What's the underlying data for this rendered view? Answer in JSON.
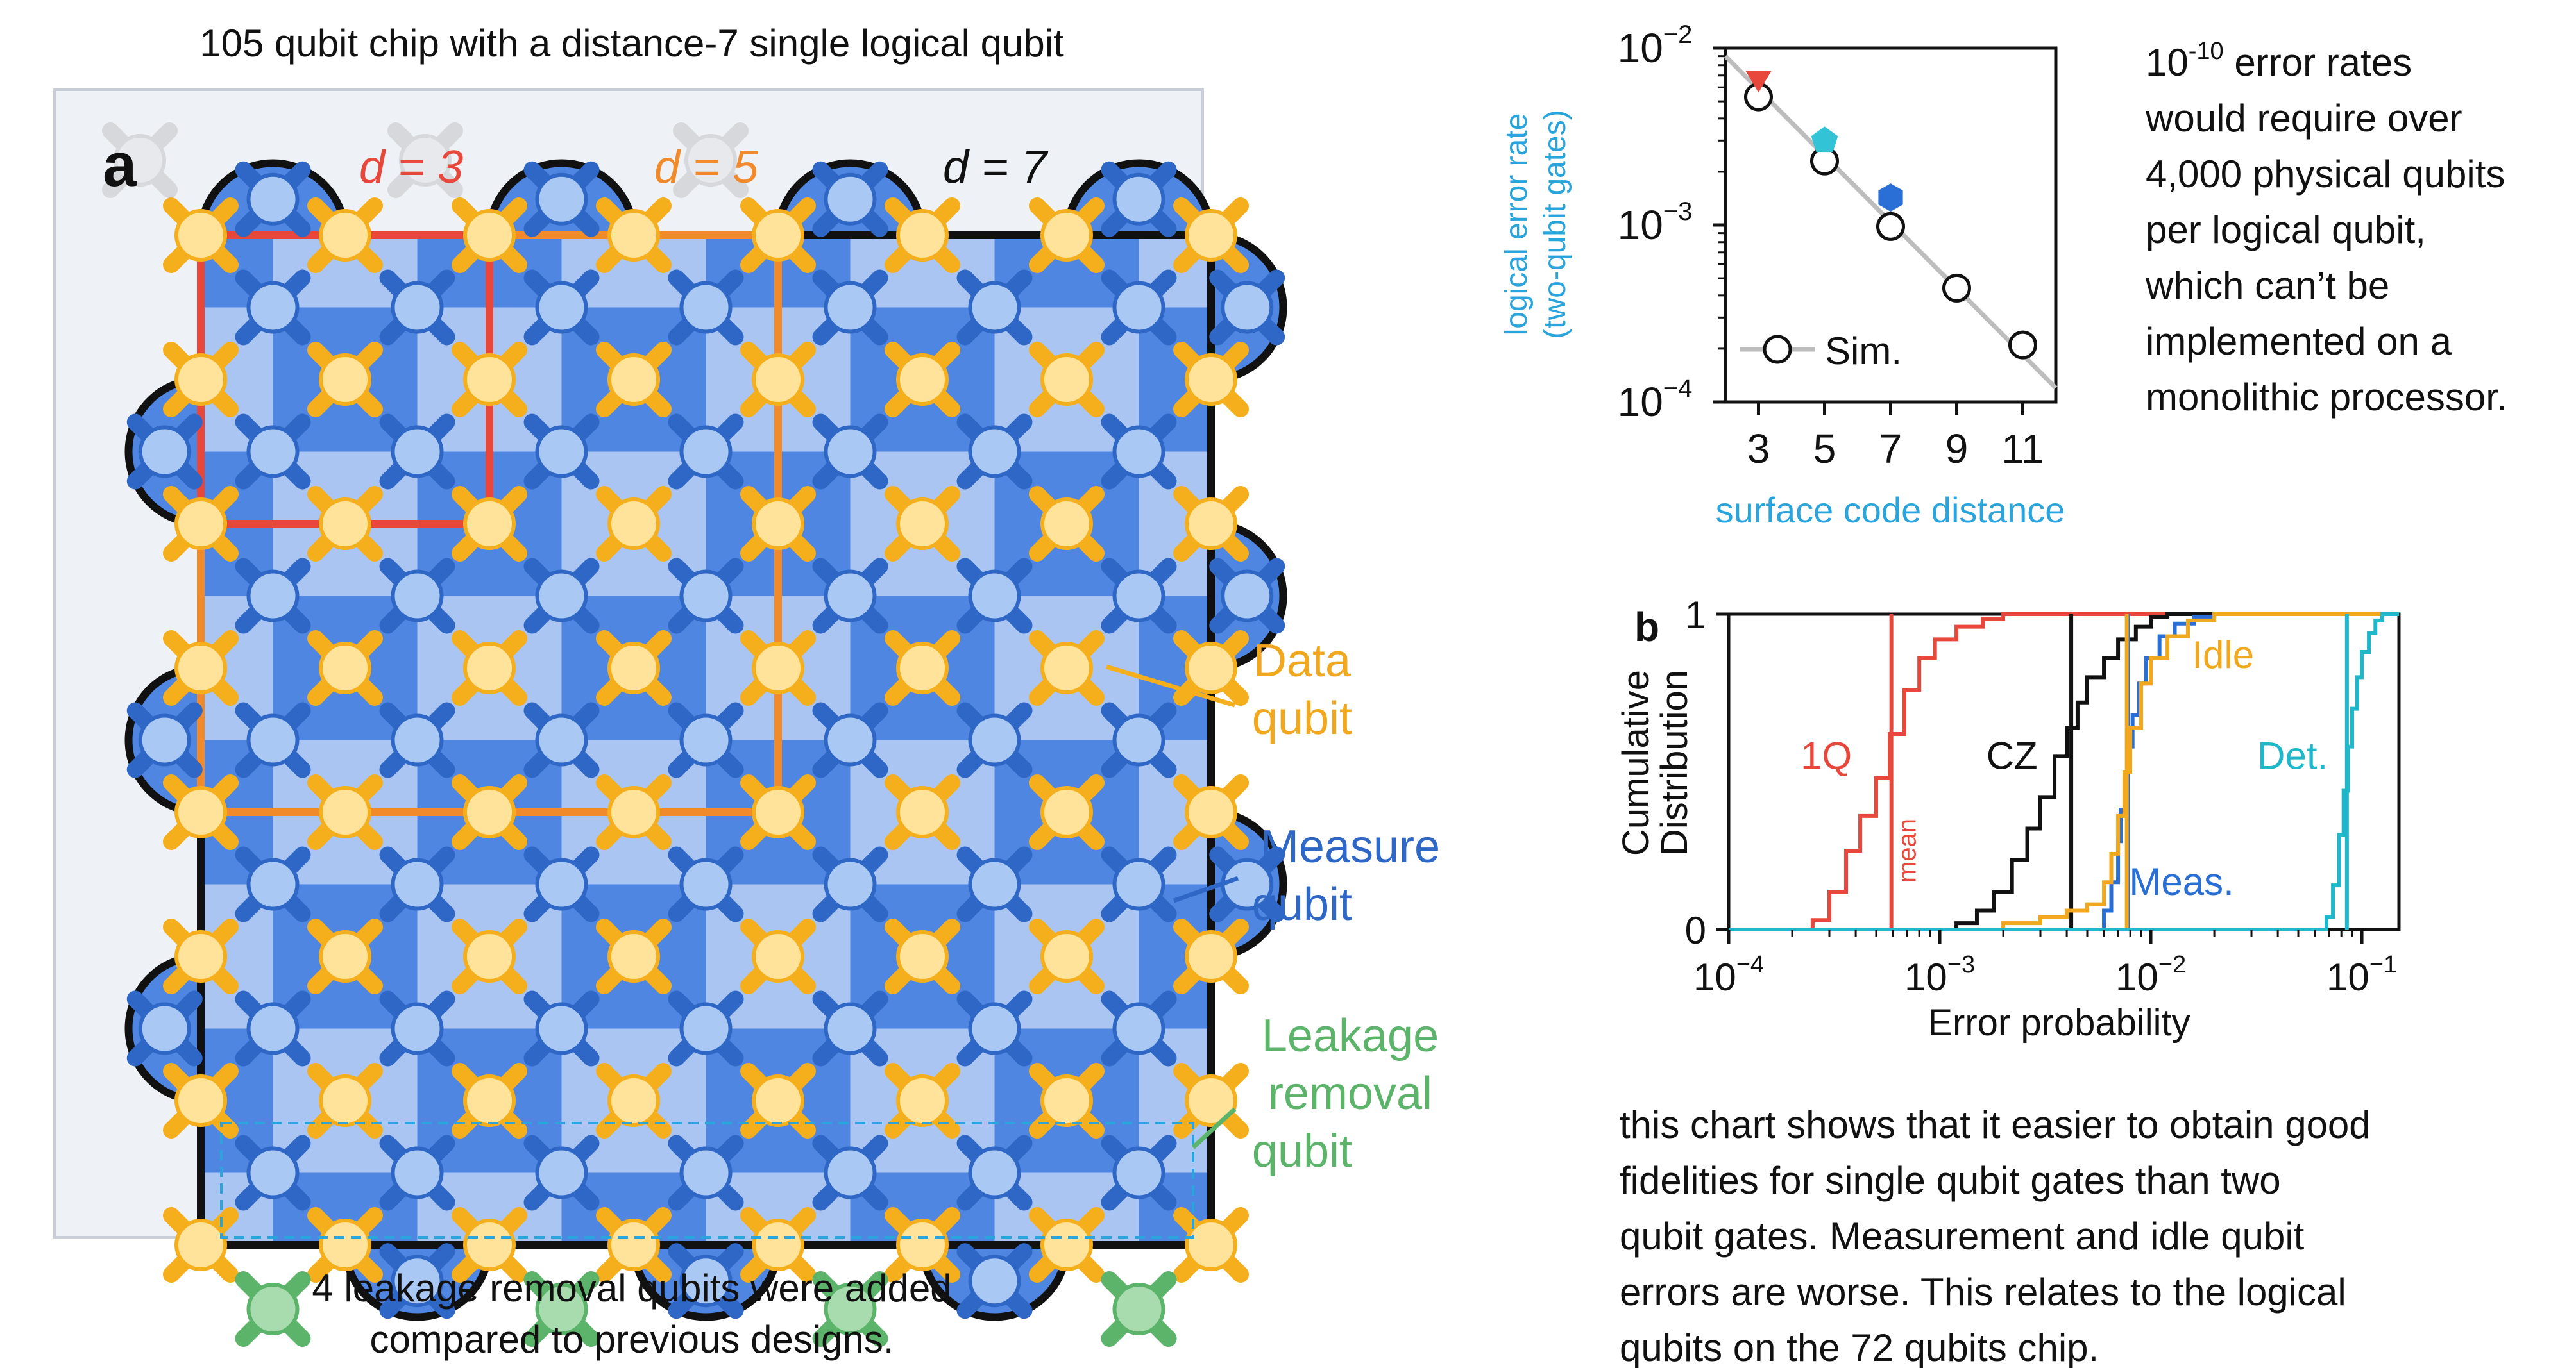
{
  "colors": {
    "red": "#e8473b",
    "orange": "#f08a2a",
    "black": "#111111",
    "data_qubit": "#f5ae1c",
    "data_fill": "#ffe39a",
    "measure_qubit": "#2e67c6",
    "measure_fill": "#a9c8f3",
    "leakage": "#5cb46a",
    "leakage_fill": "#a8dcae",
    "plaquette_dark": "#4f86e2",
    "plaquette_light": "#aac5f2",
    "cyan_label": "#29a4dc",
    "sim_line": "#bdbdbd",
    "det": "#1fb7c9",
    "meas": "#2a6fd6",
    "idle": "#f2a81e",
    "oneq": "#e8473b",
    "cz": "#111111"
  },
  "panel_a": {
    "top_caption": "105 qubit chip with a distance-7 single logical qubit",
    "panel_letter": "a",
    "d3_label": "d = 3",
    "d5_label": "d = 5",
    "d7_label": "d = 7",
    "data_label_line1": "Data",
    "data_label_line2": "qubit",
    "measure_label_line1": "Measure",
    "measure_label_line2": "qubit",
    "leak_label_line1": "Leakage",
    "leak_label_line2": "removal",
    "leak_label_line3": "qubit",
    "bottom_caption_line1": "4 leakage removal qubits were added",
    "bottom_caption_line2": "compared to previous designs."
  },
  "text_right": {
    "line1": "10",
    "line1_sup": "-10",
    "line1_rest": " error rates",
    "line2": "would require over",
    "line3": "4,000 physical qubits",
    "line4": "per logical qubit,",
    "line5": "which can’t be",
    "line6": "implemented on a",
    "line7": "monolithic processor."
  },
  "text_bottom": {
    "line1": "this chart shows that it easier to obtain good",
    "line2": "fidelities for single qubit gates than two",
    "line3": "qubit gates. Measurement and idle qubit",
    "line4": "errors are worse. This relates to the logical",
    "line5": "qubits on the 72 qubits chip."
  },
  "chart_data": [
    {
      "type": "scatter",
      "xlabel": "surface code distance",
      "ylabel_line1": "logical error rate",
      "ylabel_line2": "(two-qubit gates)",
      "xscale": "linear",
      "yscale": "log",
      "xlim": [
        2,
        12
      ],
      "ylim": [
        0.0001,
        0.01
      ],
      "xticks": [
        3,
        5,
        7,
        9,
        11
      ],
      "ytick_labels": [
        {
          "value": 0.01,
          "base": "10",
          "exp": "−2"
        },
        {
          "value": 0.001,
          "base": "10",
          "exp": "−3"
        },
        {
          "value": 0.0001,
          "base": "10",
          "exp": "−4"
        }
      ],
      "legend": {
        "label": "Sim.",
        "position": "lower-left"
      },
      "series": [
        {
          "name": "Sim.",
          "marker": "open-circle",
          "x": [
            3,
            5,
            7,
            9,
            11
          ],
          "y": [
            0.0053,
            0.0023,
            0.00098,
            0.00044,
            0.00021
          ]
        },
        {
          "marker": "triangle-down",
          "color": "#e8473b",
          "x": [
            3
          ],
          "y": [
            0.0065
          ]
        },
        {
          "marker": "pentagon",
          "color": "#33c3d6",
          "x": [
            5
          ],
          "y": [
            0.003
          ]
        },
        {
          "marker": "hexagon",
          "color": "#2a6fd6",
          "x": [
            7
          ],
          "y": [
            0.00143
          ]
        }
      ],
      "fit_line": {
        "x": [
          2,
          12
        ],
        "y": [
          0.009,
          0.00012
        ]
      }
    },
    {
      "type": "line",
      "panel_letter": "b",
      "xlabel": "Error probability",
      "ylabel_line1": "Cumulative",
      "ylabel_line2": "Distribution",
      "xscale": "log",
      "xlim": [
        0.0001,
        0.15
      ],
      "ylim": [
        0,
        1
      ],
      "xtick_labels": [
        {
          "value": 0.0001,
          "base": "10",
          "exp": "−4"
        },
        {
          "value": 0.001,
          "base": "10",
          "exp": "−3"
        },
        {
          "value": 0.01,
          "base": "10",
          "exp": "−2"
        },
        {
          "value": 0.1,
          "base": "10",
          "exp": "−1"
        }
      ],
      "yticks": [
        0,
        1
      ],
      "mean_label": "mean",
      "series": [
        {
          "name": "1Q",
          "color": "#e8473b",
          "mean": 0.00059,
          "x": [
            0.00022,
            0.00025,
            0.0003,
            0.00036,
            0.00042,
            0.0005,
            0.00058,
            0.00068,
            0.0008,
            0.00095,
            0.0012,
            0.0016,
            0.002,
            0.003
          ],
          "y": [
            0,
            0.03,
            0.12,
            0.25,
            0.36,
            0.48,
            0.62,
            0.76,
            0.86,
            0.92,
            0.96,
            0.985,
            1,
            1
          ]
        },
        {
          "name": "CZ",
          "color": "#111111",
          "mean": 0.0042,
          "x": [
            0.0009,
            0.0012,
            0.0015,
            0.0018,
            0.0022,
            0.0026,
            0.003,
            0.0035,
            0.004,
            0.0045,
            0.005,
            0.006,
            0.007,
            0.0085,
            0.01,
            0.012
          ],
          "y": [
            0,
            0.02,
            0.06,
            0.12,
            0.22,
            0.32,
            0.42,
            0.55,
            0.64,
            0.72,
            0.8,
            0.86,
            0.92,
            0.96,
            0.99,
            1
          ]
        },
        {
          "name": "Meas.",
          "color": "#2a6fd6",
          "mean": 0.0078,
          "x": [
            0.0055,
            0.006,
            0.0065,
            0.007,
            0.0072,
            0.0075,
            0.0078,
            0.0082,
            0.0088,
            0.0095,
            0.011,
            0.013,
            0.016,
            0.02
          ],
          "y": [
            0,
            0.06,
            0.15,
            0.28,
            0.38,
            0.48,
            0.58,
            0.68,
            0.78,
            0.86,
            0.93,
            0.97,
            0.99,
            1
          ]
        },
        {
          "name": "Idle",
          "color": "#f2a81e",
          "mean": 0.0077,
          "x": [
            0.0017,
            0.002,
            0.003,
            0.004,
            0.005,
            0.006,
            0.0065,
            0.007,
            0.0075,
            0.008,
            0.009,
            0.01,
            0.012,
            0.015,
            0.02
          ],
          "y": [
            0,
            0.02,
            0.04,
            0.06,
            0.08,
            0.15,
            0.24,
            0.36,
            0.5,
            0.64,
            0.78,
            0.86,
            0.93,
            0.98,
            1
          ]
        },
        {
          "name": "Det.",
          "color": "#1fb7c9",
          "mean": 0.085,
          "x": [
            0.062,
            0.068,
            0.073,
            0.078,
            0.082,
            0.086,
            0.09,
            0.095,
            0.1,
            0.108,
            0.116,
            0.125
          ],
          "y": [
            0,
            0.04,
            0.14,
            0.3,
            0.44,
            0.58,
            0.7,
            0.8,
            0.88,
            0.94,
            0.98,
            1
          ]
        }
      ]
    }
  ]
}
